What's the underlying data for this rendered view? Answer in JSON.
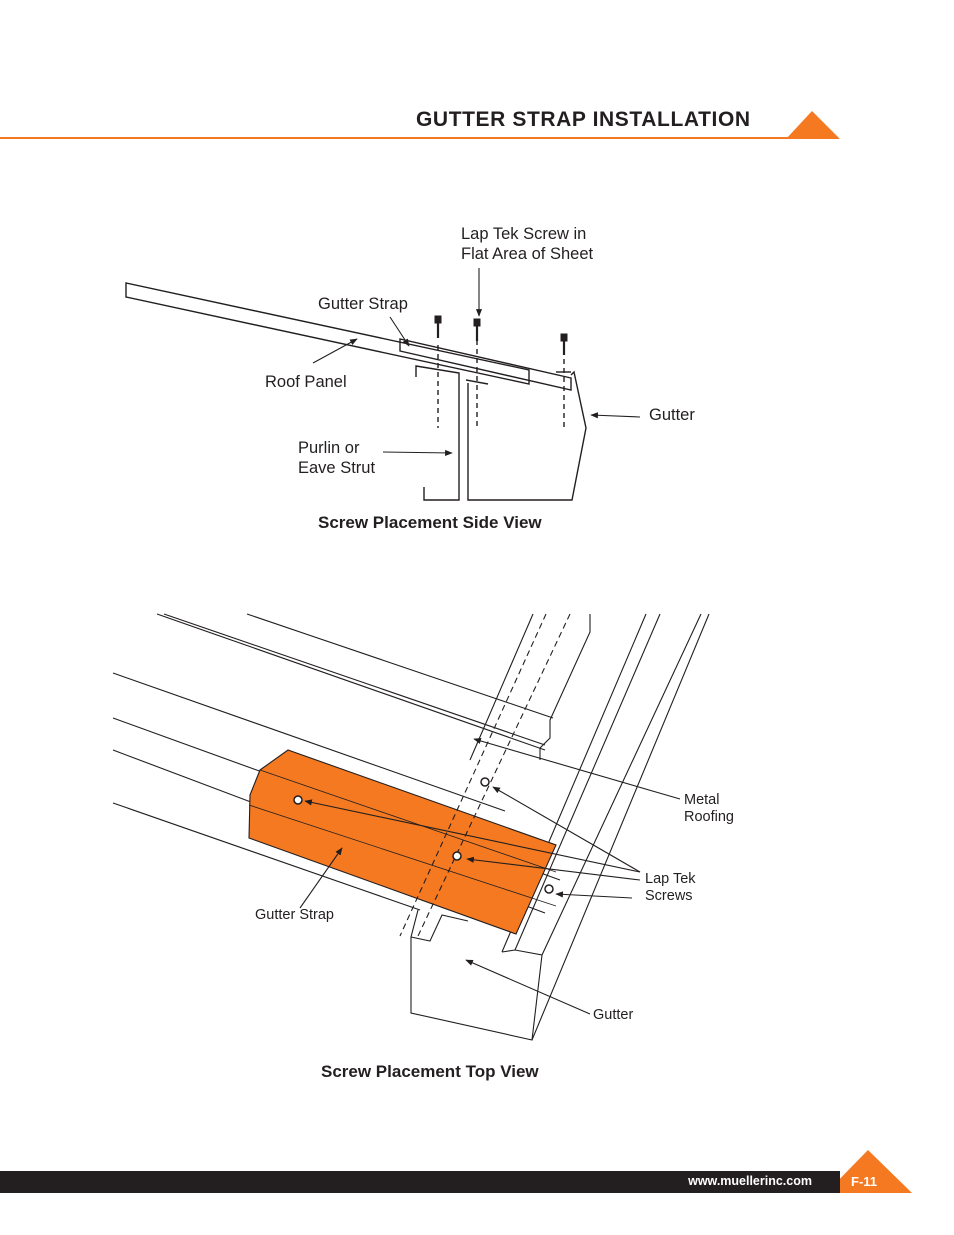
{
  "header": {
    "title": "GUTTER STRAP INSTALLATION",
    "accent_color": "#f47920"
  },
  "side_view": {
    "caption": "Screw Placement Side View",
    "labels": {
      "lap_tek_screw_line1": "Lap Tek Screw in",
      "lap_tek_screw_line2": "Flat Area of Sheet",
      "gutter_strap": "Gutter Strap",
      "roof_panel": "Roof Panel",
      "gutter": "Gutter",
      "purlin_line1": "Purlin or",
      "purlin_line2": "Eave Strut"
    }
  },
  "top_view": {
    "caption": "Screw Placement Top View",
    "labels": {
      "metal_roofing_line1": "Metal",
      "metal_roofing_line2": "Roofing",
      "lap_tek_line1": "Lap Tek",
      "lap_tek_line2": "Screws",
      "gutter_strap": "Gutter Strap",
      "gutter": "Gutter"
    },
    "strap_color": "#f47920"
  },
  "footer": {
    "url": "www.muellerinc.com",
    "page_number": "F-11",
    "bar_color": "#231f20"
  }
}
